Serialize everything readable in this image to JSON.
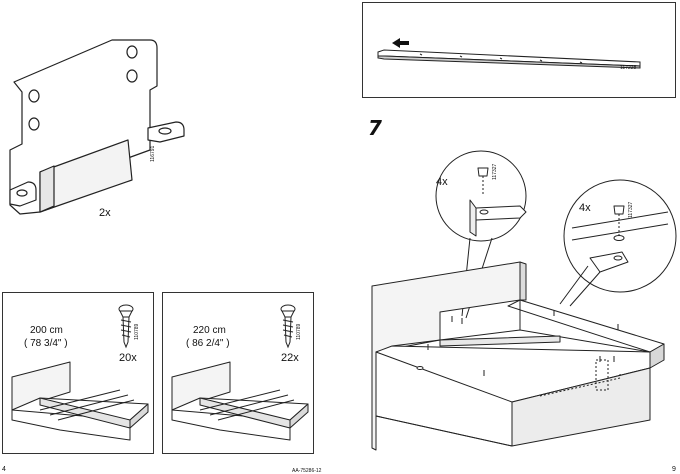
{
  "left_page": {
    "page_number": "4",
    "bracket": {
      "part_number": "116791",
      "quantity": "2x"
    },
    "option_a": {
      "size_line1": "200 cm",
      "size_line2": "( 78 3/4\" )",
      "part_number": "110789",
      "quantity": "20x"
    },
    "option_b": {
      "size_line1": "220 cm",
      "size_line2": "( 86 2/4\" )",
      "part_number": "110789",
      "quantity": "22x"
    }
  },
  "right_page": {
    "page_number": "9",
    "slat_part_number": "117228",
    "step_number": "7",
    "callout_left": {
      "quantity": "4x",
      "part_number": "117327"
    },
    "callout_right": {
      "quantity": "4x",
      "part_number": "117327"
    }
  },
  "footer": {
    "doc_code": "AA-75286-12"
  },
  "colors": {
    "line": "#222222",
    "fill_light": "#ffffff",
    "shade": "#d9d9d9"
  }
}
